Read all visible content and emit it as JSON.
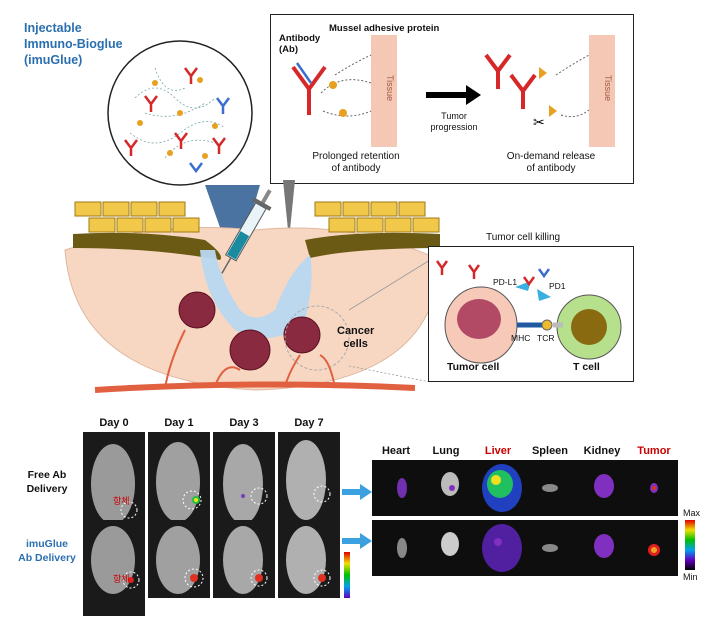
{
  "title_lines": [
    "Injectable",
    "Immuno-Bioglue",
    "(imuGlue)"
  ],
  "mechanism": {
    "antibody_label": [
      "Antibody",
      "(Ab)"
    ],
    "mussel_label": "Mussel adhesive protein",
    "tissue_label": "Tissue",
    "arrow_label": [
      "Tumor",
      "progression"
    ],
    "left_caption": [
      "Prolonged retention",
      "of antibody"
    ],
    "right_caption": [
      "On-demand release",
      "of antibody"
    ]
  },
  "killing": {
    "title": "Tumor cell killing",
    "pdl1": "PD-L1",
    "pd1": "PD1",
    "mhc": "MHC",
    "tcr": "TCR",
    "tumor_cell": "Tumor cell",
    "t_cell": "T cell"
  },
  "cancer_label": [
    "Cancer",
    "cells"
  ],
  "imaging": {
    "days": [
      "Day 0",
      "Day 1",
      "Day 3",
      "Day 7"
    ],
    "rows": [
      {
        "label": [
          "Free Ab",
          "Delivery"
        ],
        "color": "#111111",
        "marker": "항체"
      },
      {
        "label": [
          "imuGlue",
          "Ab Delivery"
        ],
        "color": "#2a6fb0",
        "marker": "항체"
      }
    ],
    "organs": [
      {
        "name": "Heart",
        "color": "#111111"
      },
      {
        "name": "Lung",
        "color": "#111111"
      },
      {
        "name": "Liver",
        "color": "#c00000"
      },
      {
        "name": "Spleen",
        "color": "#111111"
      },
      {
        "name": "Kidney",
        "color": "#111111"
      },
      {
        "name": "Tumor",
        "color": "#c00000"
      }
    ],
    "scale_max": "Max",
    "scale_min": "Min"
  }
}
